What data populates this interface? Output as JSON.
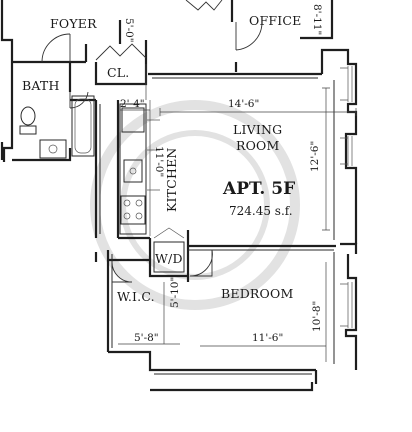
{
  "rooms": {
    "foyer": "FOYER",
    "office": "OFFICE",
    "closet": "CL.",
    "bath": "BATH",
    "living_line1": "LIVING",
    "living_line2": "ROOM",
    "kitchen": "KITCHEN",
    "washer_dryer": "W/D",
    "wic": "W.I.C.",
    "bedroom": "BEDROOM"
  },
  "dimensions": {
    "closet_depth": "5'-0\"",
    "office_depth": "8'-11\"",
    "kitchen_width": "2'-4\"",
    "living_width": "14'-6\"",
    "kitchen_length": "11'-0\"",
    "living_depth": "12'-6\"",
    "wic_depth": "5'-10\"",
    "wic_width": "5'-8\"",
    "bedroom_depth": "10'-8\"",
    "bedroom_width": "11'-6\""
  },
  "unit": {
    "name": "APT. 5F",
    "area": "724.45 s.f."
  }
}
